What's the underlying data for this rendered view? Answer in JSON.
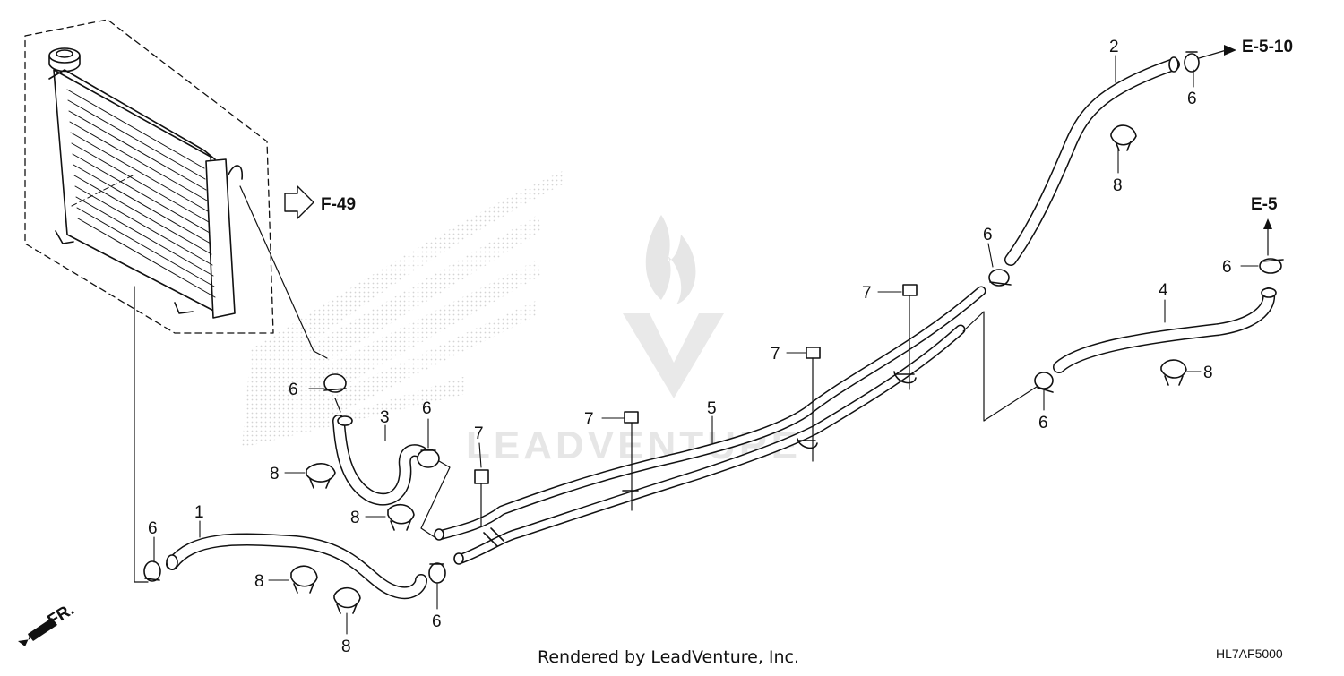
{
  "diagram": {
    "refs": {
      "f49": "F-49",
      "e510": "E-5-10",
      "e5": "E-5",
      "front": "FR."
    },
    "callouts": {
      "c1": "1",
      "c2": "2",
      "c3": "3",
      "c4": "4",
      "c5": "5",
      "c6a": "6",
      "c6b": "6",
      "c6c": "6",
      "c6d": "6",
      "c6e": "6",
      "c6f": "6",
      "c6g": "6",
      "c6h": "6",
      "c7a": "7",
      "c7b": "7",
      "c7c": "7",
      "c7d": "7",
      "c8a": "8",
      "c8b": "8",
      "c8c": "8",
      "c8d": "8",
      "c8e": "8",
      "c8f": "8"
    },
    "watermark": "LEADVENTURE",
    "footer": "Rendered by LeadVenture, Inc.",
    "diagram_code": "HL7AF5000"
  },
  "colors": {
    "line": "#111111",
    "watermark": "#e6e6e6",
    "background": "#ffffff"
  }
}
